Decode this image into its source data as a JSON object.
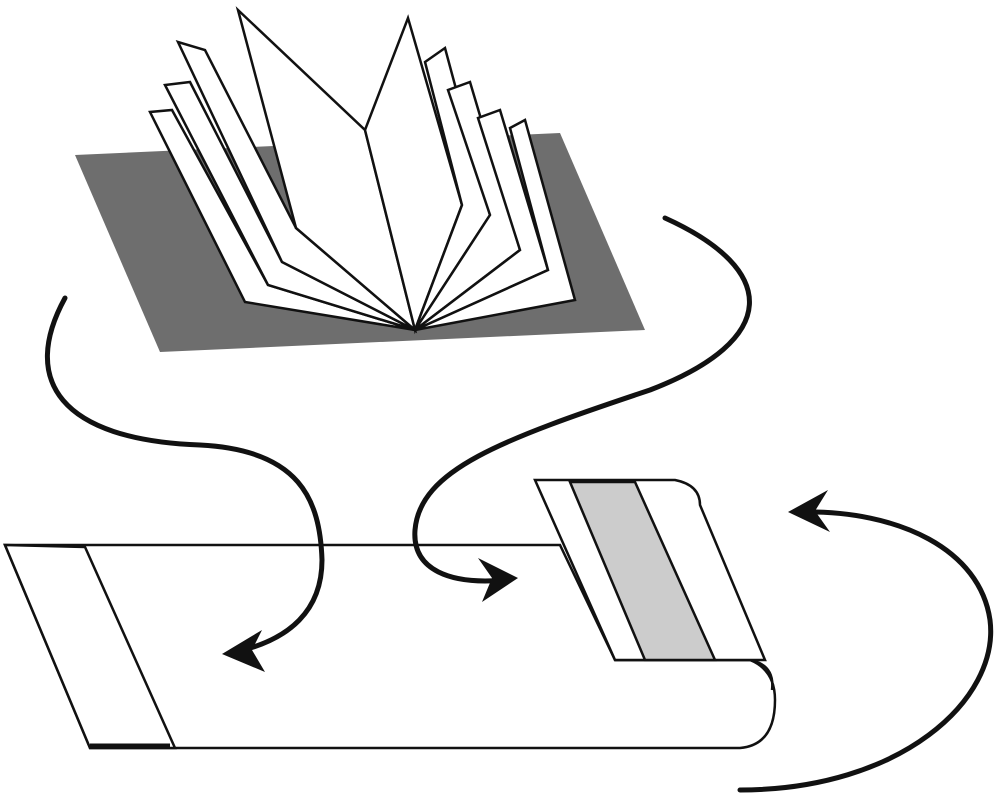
{
  "colors": {
    "background": "#ffffff",
    "stroke": "#111111",
    "shadow_sheet": "#6e6e6e",
    "flap_band": "#cccccc",
    "page_fill": "#ffffff"
  },
  "icons": [
    "open-book",
    "shadow-sheet",
    "cover-strip",
    "folded-flap",
    "curved-arrow-left",
    "curved-arrow-center",
    "curved-arrow-right"
  ]
}
